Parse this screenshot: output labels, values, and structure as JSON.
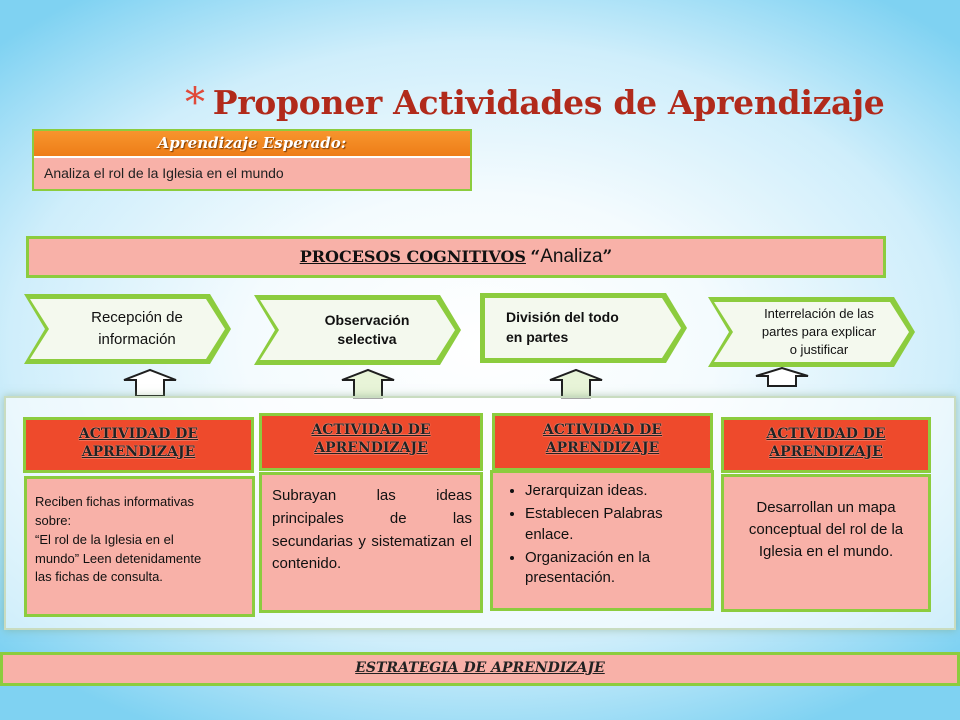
{
  "title": {
    "bullet": "*",
    "text": "Proponer Actividades de Aprendizaje"
  },
  "aprendizaje_esperado": {
    "heading": "Aprendizaje Esperado:",
    "text": "Analiza el rol de la Iglesia en el mundo"
  },
  "procesos": {
    "label": "PROCESOS COGNITIVOS",
    "open_quote": "“",
    "value": "Analiza",
    "close_quote": "”"
  },
  "steps": [
    {
      "line1": "Recepción de",
      "line2": "información"
    },
    {
      "line1": "Observación",
      "line2": "selectiva"
    },
    {
      "line1": "División del todo",
      "line2": "en partes"
    },
    {
      "line1": "Interrelación de las",
      "line2": "partes para explicar",
      "line3": "o justificar"
    }
  ],
  "activities": [
    {
      "heading_line1": "ACTIVIDAD DE",
      "heading_line2": "APRENDIZAJE",
      "lines": [
        "Reciben fichas informativas",
        "sobre:",
        "“El rol de la Iglesia en el",
        "mundo” Leen detenidamente",
        "las  fichas de consulta."
      ]
    },
    {
      "heading_line1": "ACTIVIDAD DE",
      "heading_line2": "APRENDIZAJE",
      "text": "Subrayan las ideas principales de las secundarias y sistematizan el contenido."
    },
    {
      "heading_line1": "ACTIVIDAD DE",
      "heading_line2": "APRENDIZAJE",
      "bullets": [
        "Jerarquizan ideas.",
        "Establecen Palabras enlace.",
        "Organización en la presentación."
      ]
    },
    {
      "heading_line1": "ACTIVIDAD DE",
      "heading_line2": "APRENDIZAJE",
      "text": "Desarrollan un mapa conceptual del rol de la Iglesia en el mundo."
    }
  ],
  "estrategia": {
    "label": "ESTRATEGIA DE APRENDIZAJE"
  },
  "colors": {
    "title": "#b12a1b",
    "orange_header": "#f7952d",
    "salmon_fill": "#f8b1a8",
    "red_header": "#ee4a2c",
    "green_border": "#8ccc3e"
  }
}
